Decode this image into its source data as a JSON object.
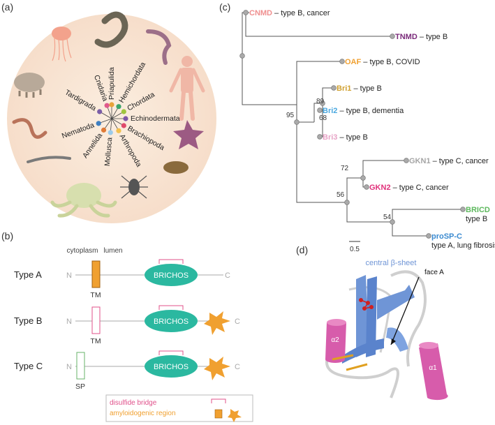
{
  "panels": {
    "a": "(a)",
    "b": "(b)",
    "c": "(c)",
    "d": "(d)"
  },
  "panel_a": {
    "phyla": [
      "Tardigrada",
      "Cnidaria",
      "Priapulida",
      "Hemichordata",
      "Chordata",
      "Echinodermata",
      "Brachiopoda",
      "Arthropoda",
      "Mollusca",
      "Annelida",
      "Nematoda"
    ],
    "phyla_colors": [
      "#7b5ea7",
      "#e05a8c",
      "#e8a33a",
      "#3ca66b",
      "#a0c63e",
      "#7f57a8",
      "#e04a6b",
      "#f2c14e",
      "#9ccbea",
      "#e07a36",
      "#3f7fc1"
    ]
  },
  "panel_b": {
    "col_cytoplasm": "cytoplasm",
    "col_lumen": "lumen",
    "rows": [
      {
        "label": "Type A",
        "n": "N",
        "c": "C",
        "domain": "BRICHOS",
        "seg": "TM"
      },
      {
        "label": "Type B",
        "n": "N",
        "c": "C",
        "domain": "BRICHOS",
        "seg": "TM"
      },
      {
        "label": "Type C",
        "n": "N",
        "c": "C",
        "domain": "BRICHOS",
        "seg": "SP"
      }
    ],
    "legend_disulfide": "disulfide bridge",
    "legend_amyloid": "amyloidogenic region",
    "colors": {
      "brichos": "#2bb8a0",
      "disulfide": "#e0508a",
      "amyloid": "#f0a030",
      "sp": "#67b36a"
    }
  },
  "panel_c": {
    "leaves": [
      {
        "name": "CNMD",
        "desc": " – type B, cancer",
        "color": "#ef8f8f"
      },
      {
        "name": "TNMD",
        "desc": " – type B",
        "color": "#7a2a7a"
      },
      {
        "name": "OAF",
        "desc": " – type B, COVID",
        "color": "#f0a030"
      },
      {
        "name": "Bri1",
        "desc": " – type B",
        "color": "#d0a030"
      },
      {
        "name": "Bri2",
        "desc": " – type B, dementia",
        "color": "#4aa8e0"
      },
      {
        "name": "Bri3",
        "desc": " – type B",
        "color": "#e7a3c6"
      },
      {
        "name": "GKN1",
        "desc": " – type C, cancer",
        "color": "#a5a5a5"
      },
      {
        "name": "GKN2",
        "desc": " – type C, cancer",
        "color": "#e0307a"
      },
      {
        "name": "BRICD",
        "desc": "type B",
        "color": "#5cb85c"
      },
      {
        "name": "proSP-C",
        "desc": "type A, lung fibrosis",
        "color": "#3a8ad0"
      }
    ],
    "bootstrap": [
      "89",
      "68",
      "95",
      "72",
      "56",
      "54"
    ],
    "scale": "0.5"
  },
  "panel_d": {
    "sheet": "central β-sheet",
    "face": "face A",
    "helix1": "α1",
    "helix2": "α2"
  }
}
